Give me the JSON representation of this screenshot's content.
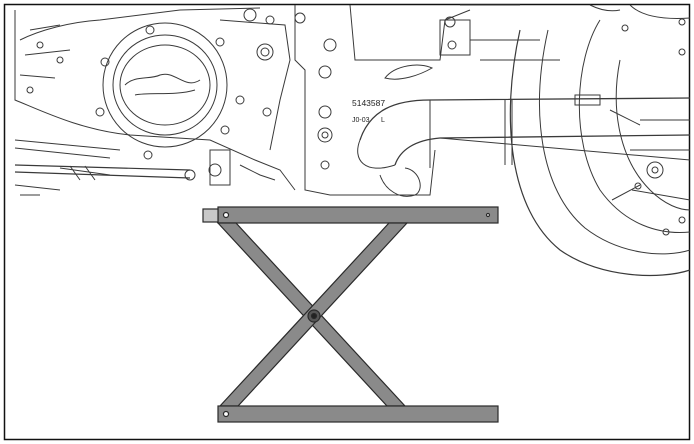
{
  "figure": {
    "part_number": "5143587",
    "stamp_code": "J0-03",
    "stamp_suffix": "L",
    "line_color": "#3a3a3a",
    "lift_color": "#8a8a8a"
  }
}
